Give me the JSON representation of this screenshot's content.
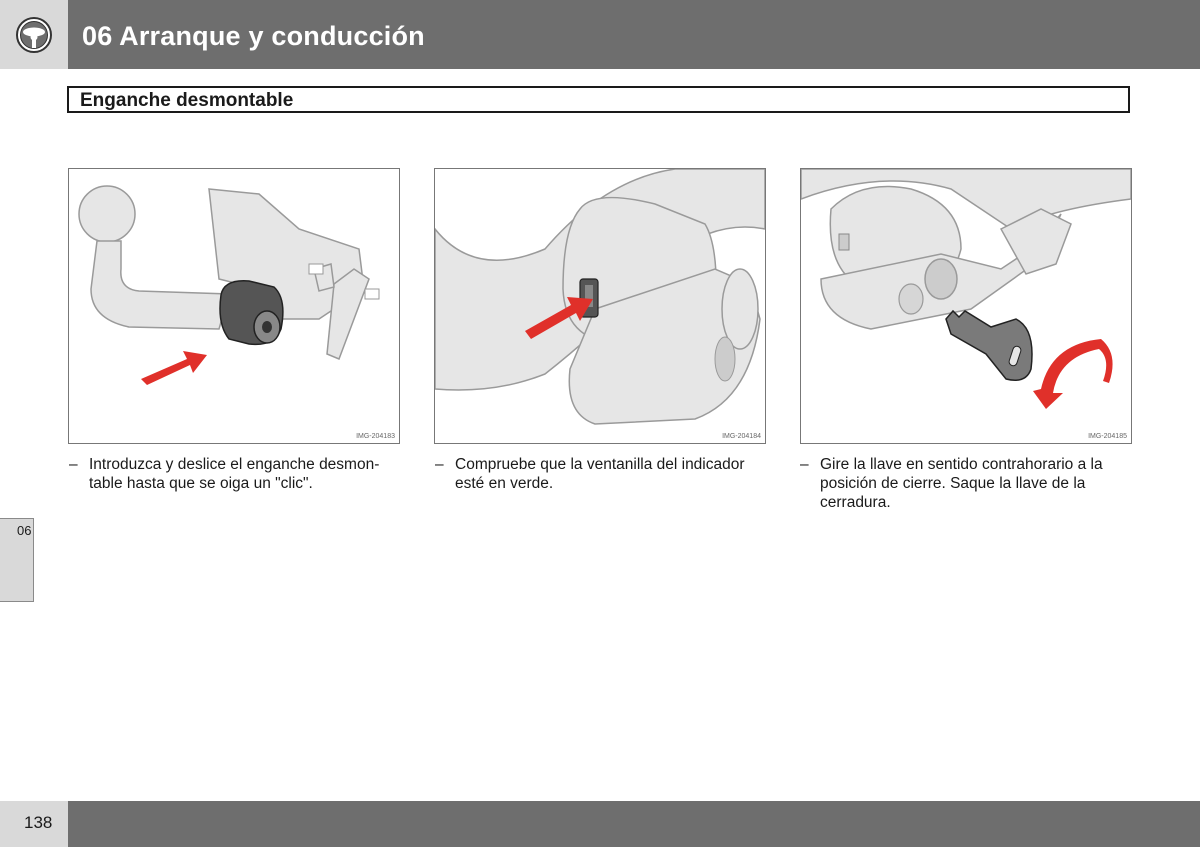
{
  "header": {
    "chapter_title": "06 Arranque y conducción",
    "icon": "steering-wheel-icon"
  },
  "section": {
    "title": "Enganche desmontable"
  },
  "figures": [
    {
      "id": "IMG-204183",
      "caption_dash": "–",
      "caption": "Introduzca y deslice el enganche desmon-table hasta que se oiga un \"clic\"."
    },
    {
      "id": "IMG-204184",
      "caption_dash": "–",
      "caption": "Compruebe que la ventanilla del indicador esté en verde."
    },
    {
      "id": "IMG-204185",
      "caption_dash": "–",
      "caption": "Gire la llave en sentido contrahorario a la posición de cierre. Saque la llave de la cerradura."
    }
  ],
  "side_tab": {
    "label": "06"
  },
  "footer": {
    "page_number": "138"
  },
  "colors": {
    "header_bar": "#6e6e6e",
    "icon_box": "#d9d9d9",
    "arrow_red": "#e0302a",
    "drawing_gray": "#e6e6e6"
  }
}
